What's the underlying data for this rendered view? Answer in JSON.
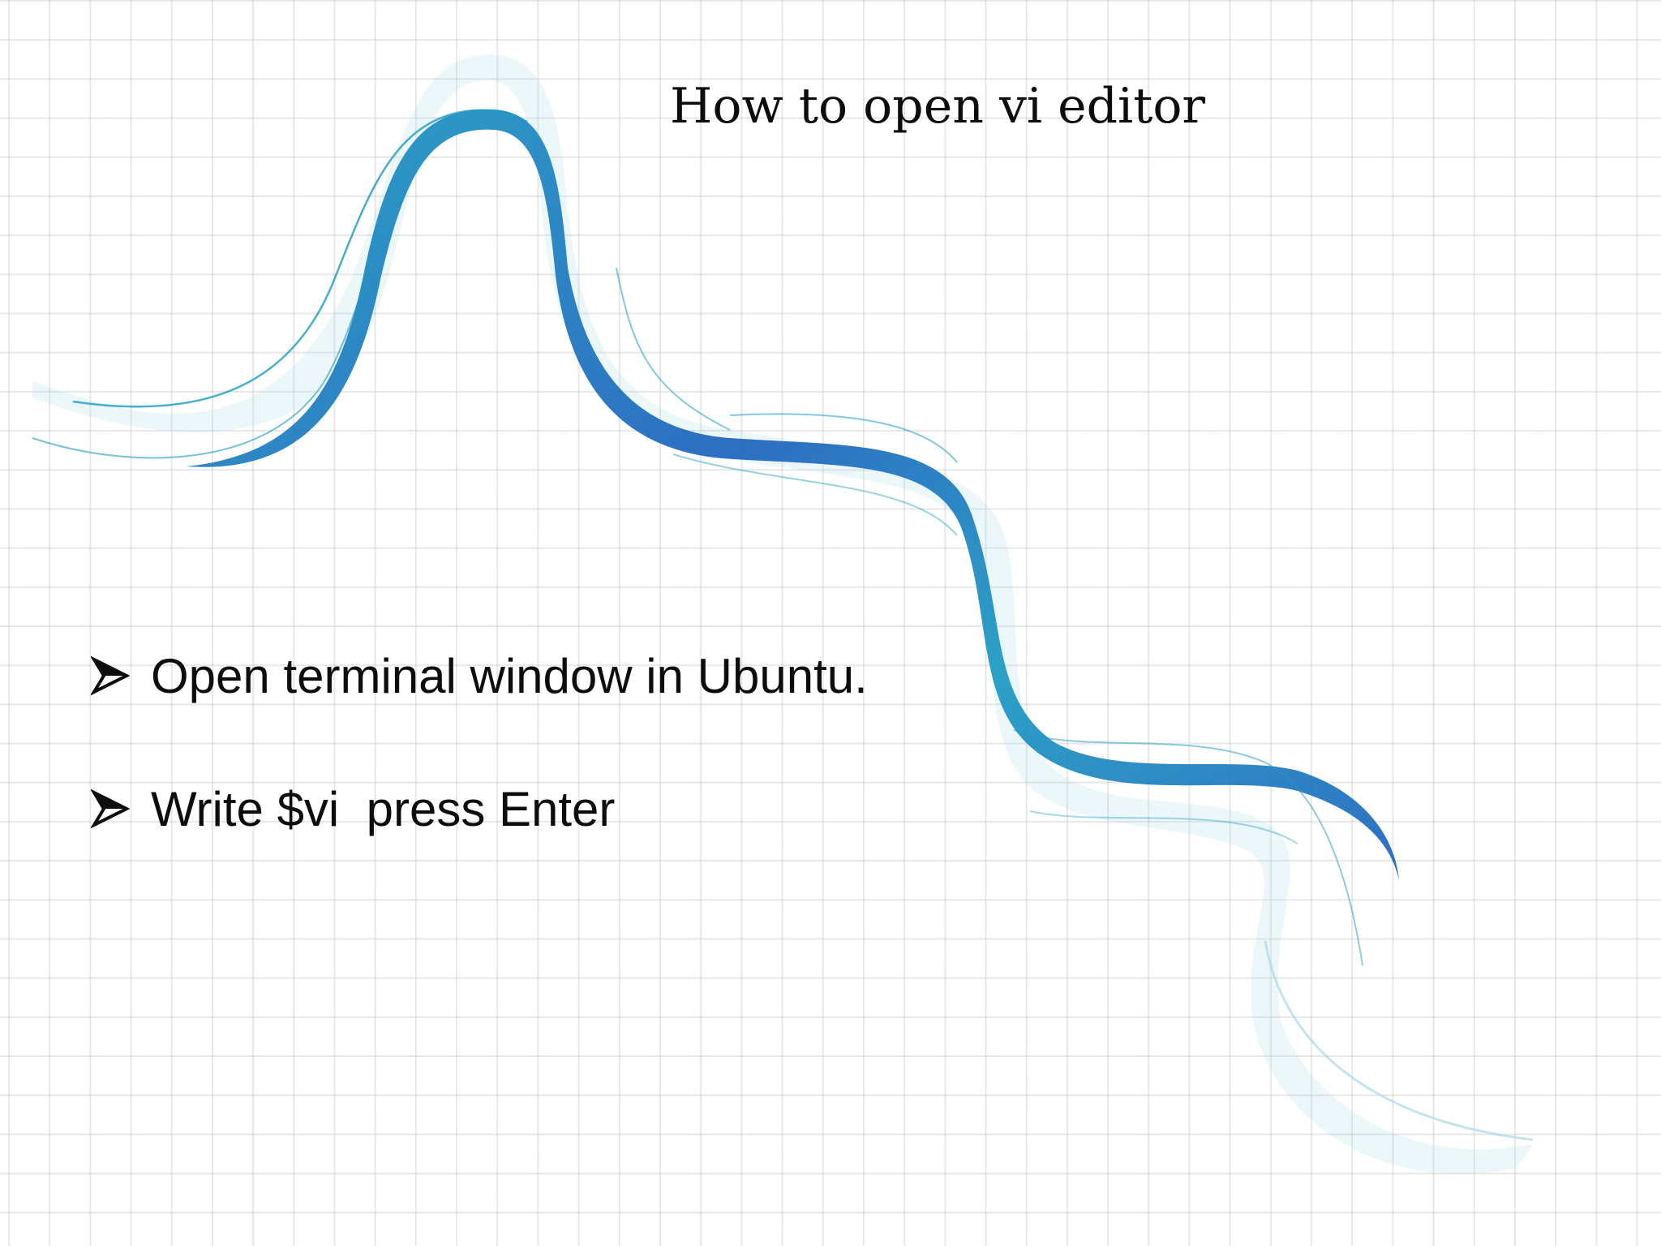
{
  "slide": {
    "title": "How to open vi editor",
    "bullets": [
      {
        "icon": "arrowhead-bullet-icon",
        "text": "Open terminal window in Ubuntu."
      },
      {
        "icon": "arrowhead-bullet-icon",
        "text": "Write $vi  press Enter"
      }
    ]
  },
  "colors": {
    "background": "#ffffff",
    "grid": "#d4d4d4",
    "ribbon_dark": "#1d63bd",
    "ribbon_mid": "#1b9ac2",
    "ribbon_light": "#a9d9e8",
    "text": "#0d0d0d"
  }
}
